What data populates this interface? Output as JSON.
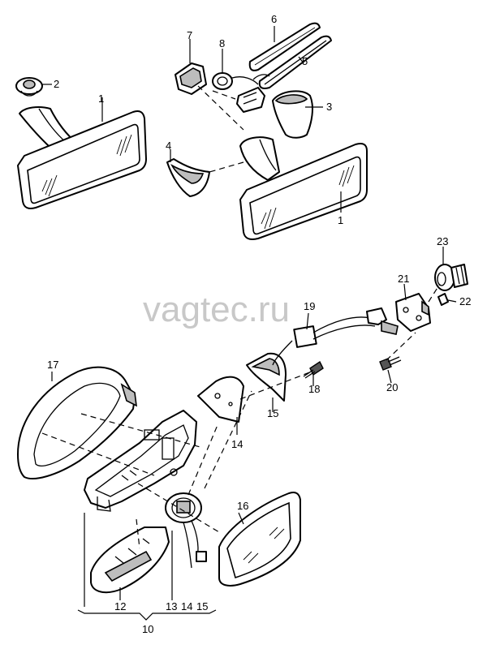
{
  "watermark": "vagtec.ru",
  "callouts": {
    "c1a": "1",
    "c2": "2",
    "c1b": "1",
    "c3": "3",
    "c4": "4",
    "c5": "5",
    "c6": "6",
    "c7": "7",
    "c8": "8",
    "c10": "10",
    "c12": "12",
    "c13": "13",
    "c14a": "14",
    "c15a": "15",
    "c14b": "14",
    "c15b": "15",
    "c16": "16",
    "c17": "17",
    "c18": "18",
    "c19": "19",
    "c20": "20",
    "c21": "21",
    "c22": "22",
    "c23": "23"
  }
}
